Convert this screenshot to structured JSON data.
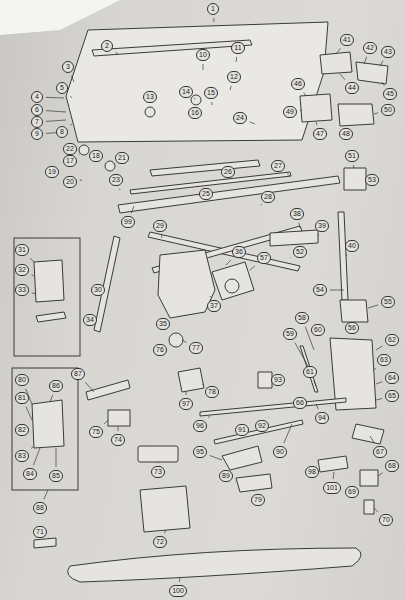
{
  "diagram": {
    "labels": [
      "1",
      "2",
      "3",
      "4",
      "5",
      "6",
      "7",
      "8",
      "9",
      "10",
      "11",
      "12",
      "13",
      "14",
      "15",
      "16",
      "17",
      "18",
      "19",
      "20",
      "21",
      "22",
      "23",
      "24",
      "25",
      "26",
      "27",
      "28",
      "29",
      "30",
      "31",
      "32",
      "33",
      "34",
      "35",
      "36",
      "37",
      "38",
      "39",
      "40",
      "41",
      "42",
      "43",
      "44",
      "45",
      "46",
      "47",
      "48",
      "49",
      "50",
      "51",
      "52",
      "53",
      "54",
      "55",
      "56",
      "57",
      "58",
      "59",
      "60",
      "61",
      "62",
      "63",
      "64",
      "65",
      "66",
      "67",
      "68",
      "69",
      "70",
      "71",
      "72",
      "73",
      "74",
      "75",
      "76",
      "77",
      "78",
      "79",
      "80",
      "81",
      "82",
      "83",
      "84",
      "85",
      "86",
      "87",
      "88",
      "89",
      "90",
      "91",
      "92",
      "93",
      "94",
      "95",
      "96",
      "97",
      "98",
      "99",
      "100",
      "101"
    ]
  }
}
